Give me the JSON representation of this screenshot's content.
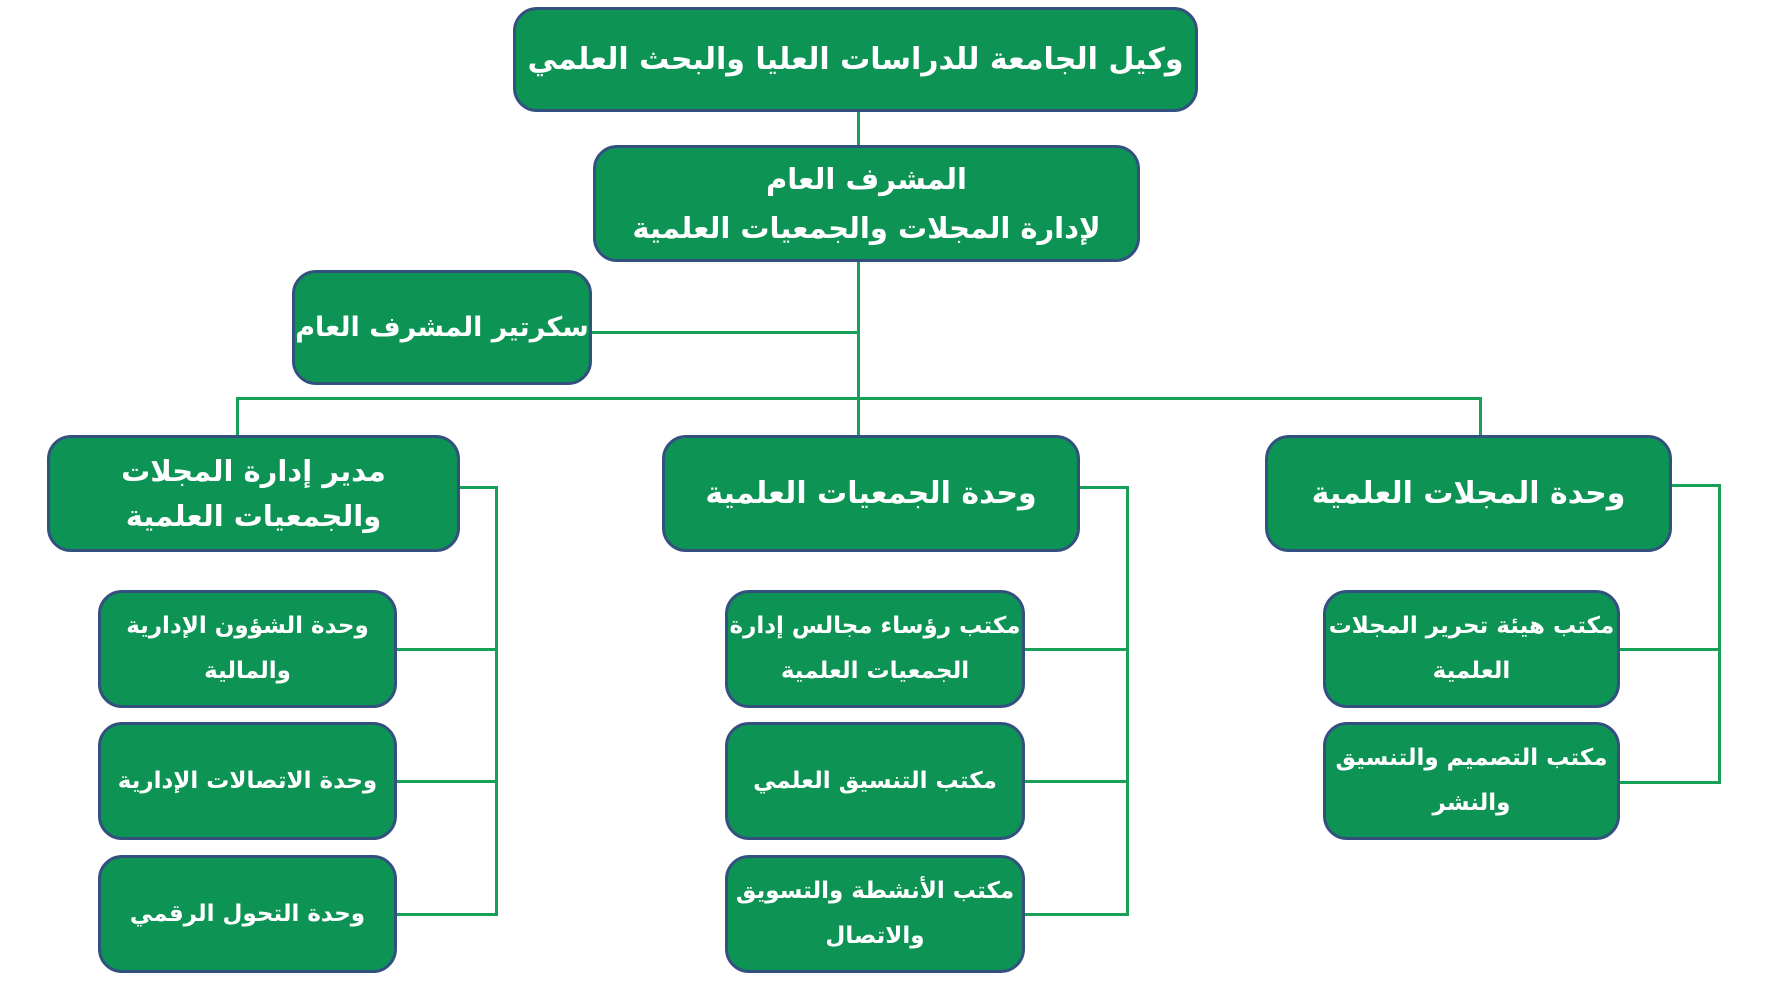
{
  "diagram": {
    "type": "org-chart",
    "colors": {
      "box_fill": "#0D9455",
      "box_border": "#33517E",
      "connector": "#17A058",
      "text_color": "#FFFFFF",
      "background": "#FFFFFF"
    },
    "nodes": {
      "vice_rector": {
        "lines": [
          "وكيل الجامعة للدراسات العليا والبحث العلمي"
        ]
      },
      "general_supervisor": {
        "lines": [
          "المشرف العام",
          "لإدارة المجلات والجمعيات العلمية"
        ]
      },
      "secretary": {
        "lines": [
          "سكرتير المشرف العام"
        ]
      },
      "director": {
        "lines": [
          "مدير إدارة المجلات",
          "والجمعيات العلمية"
        ]
      },
      "societies_unit": {
        "lines": [
          "وحدة الجمعيات العلمية"
        ]
      },
      "journals_unit": {
        "lines": [
          "وحدة المجلات العلمية"
        ]
      },
      "admin_financial_unit": {
        "lines": [
          "وحدة الشؤون الإدارية",
          "والمالية"
        ]
      },
      "admin_comms_unit": {
        "lines": [
          "وحدة الاتصالات الإدارية"
        ]
      },
      "digital_transformation_unit": {
        "lines": [
          "وحدة التحول الرقمي"
        ]
      },
      "boards_chairs_office": {
        "lines": [
          "مكتب رؤساء مجالس إدارة",
          "الجمعيات العلمية"
        ]
      },
      "scientific_coordination_office": {
        "lines": [
          "مكتب التنسيق العلمي"
        ]
      },
      "activities_marketing_office": {
        "lines": [
          "مكتب الأنشطة والتسويق",
          "والاتصال"
        ]
      },
      "editorial_board_office": {
        "lines": [
          "مكتب هيئة تحرير المجلات",
          "العلمية"
        ]
      },
      "design_publishing_office": {
        "lines": [
          "مكتب التصميم والتنسيق",
          "والنشر"
        ]
      }
    }
  }
}
